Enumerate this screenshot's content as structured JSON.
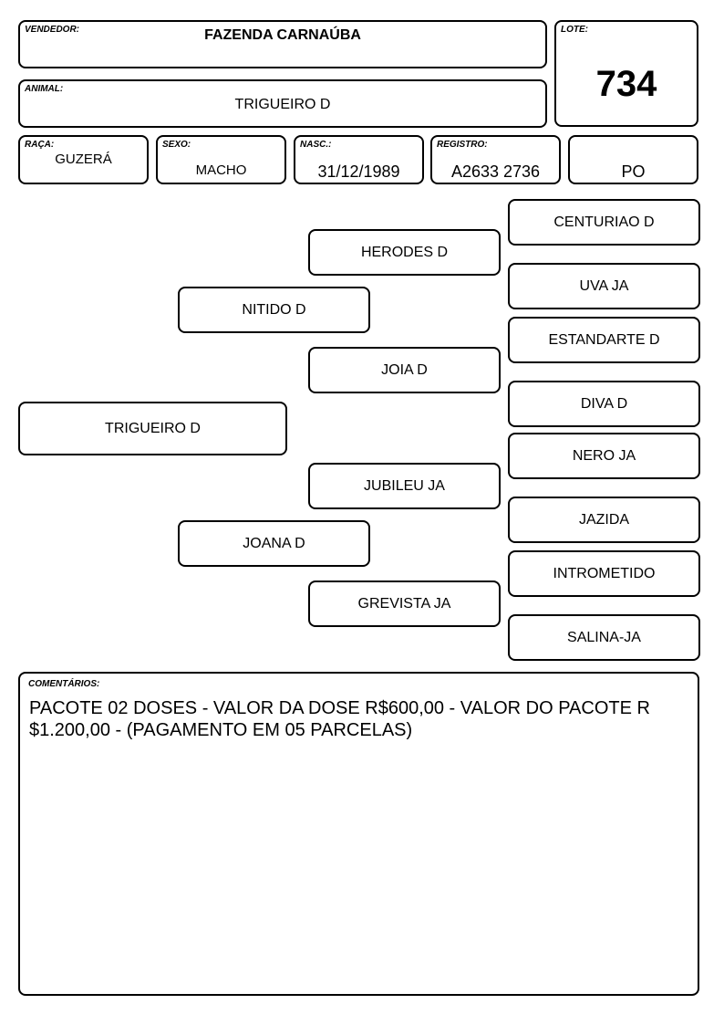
{
  "header": {
    "vendedor_label": "VENDEDOR:",
    "vendedor": "FAZENDA CARNAÚBA",
    "lote_label": "LOTE:",
    "lote": "734",
    "animal_label": "ANIMAL:",
    "animal": "TRIGUEIRO D"
  },
  "info": {
    "raca_label": "RAÇA:",
    "raca": "GUZERÁ",
    "sexo_label": "SEXO:",
    "sexo": "MACHO",
    "nasc_label": "NASC.:",
    "nasc": "31/12/1989",
    "registro_label": "REGISTRO:",
    "registro": "A2633 2736",
    "categoria": "PO"
  },
  "pedigree": {
    "animal": "TRIGUEIRO D",
    "sire": "NITIDO D",
    "dam": "JOANA D",
    "sire_sire": "HERODES D",
    "sire_dam": "JOIA D",
    "dam_sire": "JUBILEU JA",
    "dam_dam": "GREVISTA JA",
    "sss": "CENTURIAO D",
    "ssd": "UVA JA",
    "sds": "ESTANDARTE D",
    "sdd": "DIVA D",
    "dss": "NERO JA",
    "dsd": "JAZIDA",
    "dds": "INTROMETIDO",
    "ddd": "SALINA-JA"
  },
  "comments": {
    "label": "COMENTÁRIOS:",
    "text": "PACOTE 02 DOSES - VALOR DA DOSE R$600,00 - VALOR DO PACOTE R $1.200,00 - (PAGAMENTO EM 05 PARCELAS)"
  }
}
